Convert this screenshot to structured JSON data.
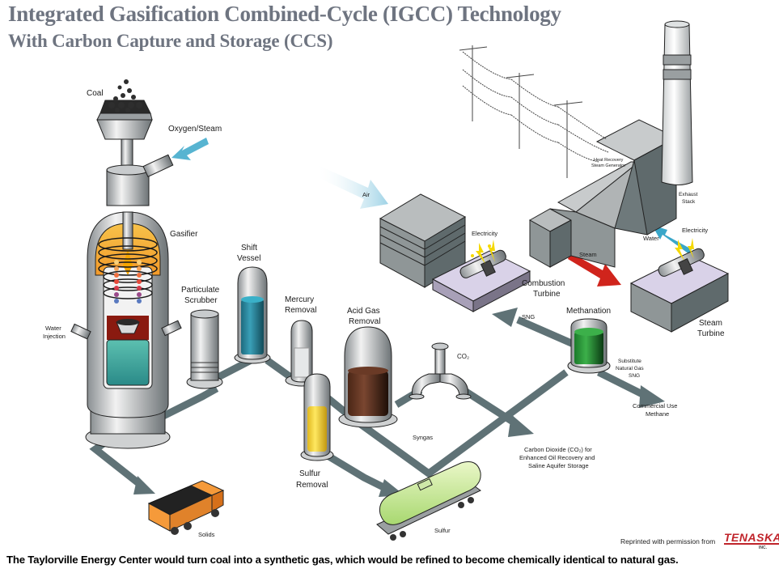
{
  "header": {
    "title": "Integrated Gasification Combined-Cycle (IGCC) Technology",
    "subtitle": "With Carbon Capture and Storage (CCS)"
  },
  "components": {
    "coal": "Coal",
    "oxygen_steam": "Oxygen/Steam",
    "gasifier": "Gasifier",
    "water_injection_1": "Water",
    "water_injection_2": "Injection",
    "particulate_scrubber_1": "Particulate",
    "particulate_scrubber_2": "Scrubber",
    "shift_vessel_1": "Shift",
    "shift_vessel_2": "Vessel",
    "mercury_removal_1": "Mercury",
    "mercury_removal_2": "Removal",
    "acid_gas_removal_1": "Acid Gas",
    "acid_gas_removal_2": "Removal",
    "sulfur_removal_1": "Sulfur",
    "sulfur_removal_2": "Removal",
    "co2": "CO₂",
    "syngas": "Syngas",
    "co2_storage_1": "Carbon Dioxide (CO₂) for",
    "co2_storage_2": "Enhanced Oil Recovery and",
    "co2_storage_3": "Saline Aquifer Storage",
    "methanation": "Methanation",
    "sng_label_1": "Substitute",
    "sng_label_2": "Natural Gas",
    "sng_label_3": "SNG",
    "sng": "SNG",
    "commercial_use_1": "Commercial Use",
    "commercial_use_2": "Methane",
    "air": "Air",
    "electricity_ct": "Electricity",
    "combustion_turbine_1": "Combustion",
    "combustion_turbine_2": "Turbine",
    "steam": "Steam",
    "hrsg_1": "Heat Recovery",
    "hrsg_2": "Steam Generator",
    "exhaust_stack_1": "Exhaust",
    "exhaust_stack_2": "Stack",
    "water": "Water",
    "electricity_st": "Electricity",
    "steam_turbine_1": "Steam",
    "steam_turbine_2": "Turbine",
    "solids": "Solids",
    "sulfur": "Sulfur"
  },
  "footer": {
    "caption": "The Taylorville Energy Center would turn coal into a synthetic gas, which would be refined to become chemically identical to natural gas.",
    "reprint": "Reprinted with permission from",
    "brand": "TENASKA",
    "brand_suffix": "INC."
  },
  "colors": {
    "pipe": "#5f7276",
    "air_arrow": "#a9d8e8",
    "water_arrow": "#3aa7c9",
    "steam_arrow": "#d0241c",
    "shift_fill": "#2a7f95",
    "acid_fill": "#5a3220",
    "sulfur_fill": "#f0d030",
    "methanation_fill": "#2a9a3a",
    "brand": "#c0242b"
  }
}
